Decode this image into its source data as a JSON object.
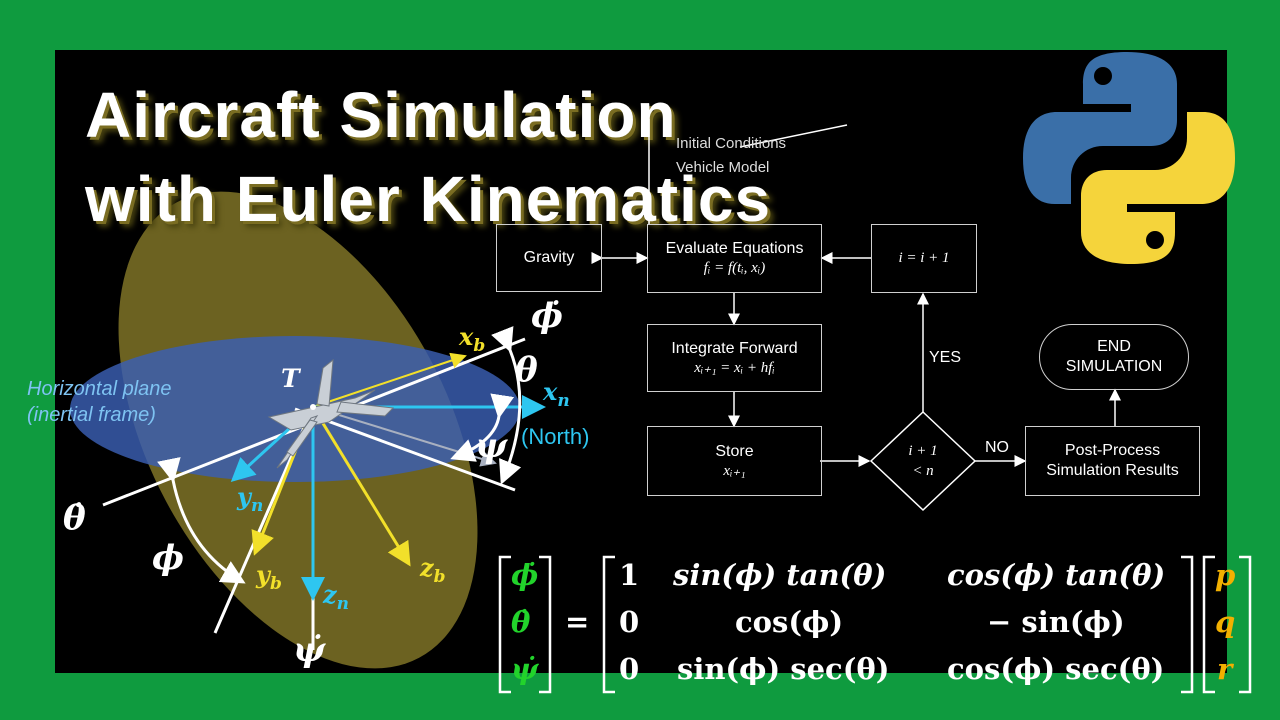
{
  "colors": {
    "frame": "#0f9b3f",
    "background": "#000000",
    "python_blue": "#3a6fa8",
    "python_yellow": "#f5d43b",
    "green": "#22d32b",
    "gold": "#f2b000",
    "yellow": "#f2e02a",
    "cyan": "#2ec6f0"
  },
  "title": {
    "line1": "Aircraft Simulation",
    "line2": "with Euler Kinematics"
  },
  "logo": {
    "icon": "python-logo-icon"
  },
  "aircraft_diagram": {
    "horizontal_plane_label_1": "Horizontal plane",
    "horizontal_plane_label_2": "(inertial frame)",
    "origin": "T",
    "xb": "x",
    "xb_sub": "b",
    "xn": "x",
    "xn_sub": "n",
    "yn": "y",
    "yn_sub": "n",
    "yb": "y",
    "yb_sub": "b",
    "zn": "z",
    "zn_sub": "n",
    "zb": "z",
    "zb_sub": "b",
    "north": "(North)",
    "phi": "ϕ",
    "theta": "θ",
    "psi": "ψ",
    "phi_dot": "ϕ̇",
    "theta_dot": "θ̇",
    "psi_dot": "ψ̇"
  },
  "flowchart": {
    "initial_1": "Initial Conditions",
    "initial_2": "Vehicle Model",
    "gravity": "Gravity",
    "evaluate": "Evaluate Equations",
    "evaluate_eq": "fᵢ = f(tᵢ, xᵢ)",
    "increment": "i = i + 1",
    "integrate": "Integrate Forward",
    "integrate_eq": "xᵢ₊₁ = xᵢ + hfᵢ",
    "store": "Store",
    "store_eq": "xᵢ₊₁",
    "decision_1": "i + 1",
    "decision_2": "< n",
    "yes": "YES",
    "no": "NO",
    "end": "END\nSIMULATION",
    "post_1": "Post-Process",
    "post_2": "Simulation Results"
  },
  "equation": {
    "lhs": [
      "ϕ̇",
      "θ̇",
      "ψ̇"
    ],
    "equals": "=",
    "col1": [
      "1",
      "0",
      "0"
    ],
    "col2": [
      "sin(ϕ) tan(θ)",
      "cos(ϕ)",
      "sin(ϕ) sec(θ)"
    ],
    "col3": [
      "cos(ϕ) tan(θ)",
      "− sin(ϕ)",
      "cos(ϕ) sec(θ)"
    ],
    "rhs": [
      "p",
      "q",
      "r"
    ]
  }
}
